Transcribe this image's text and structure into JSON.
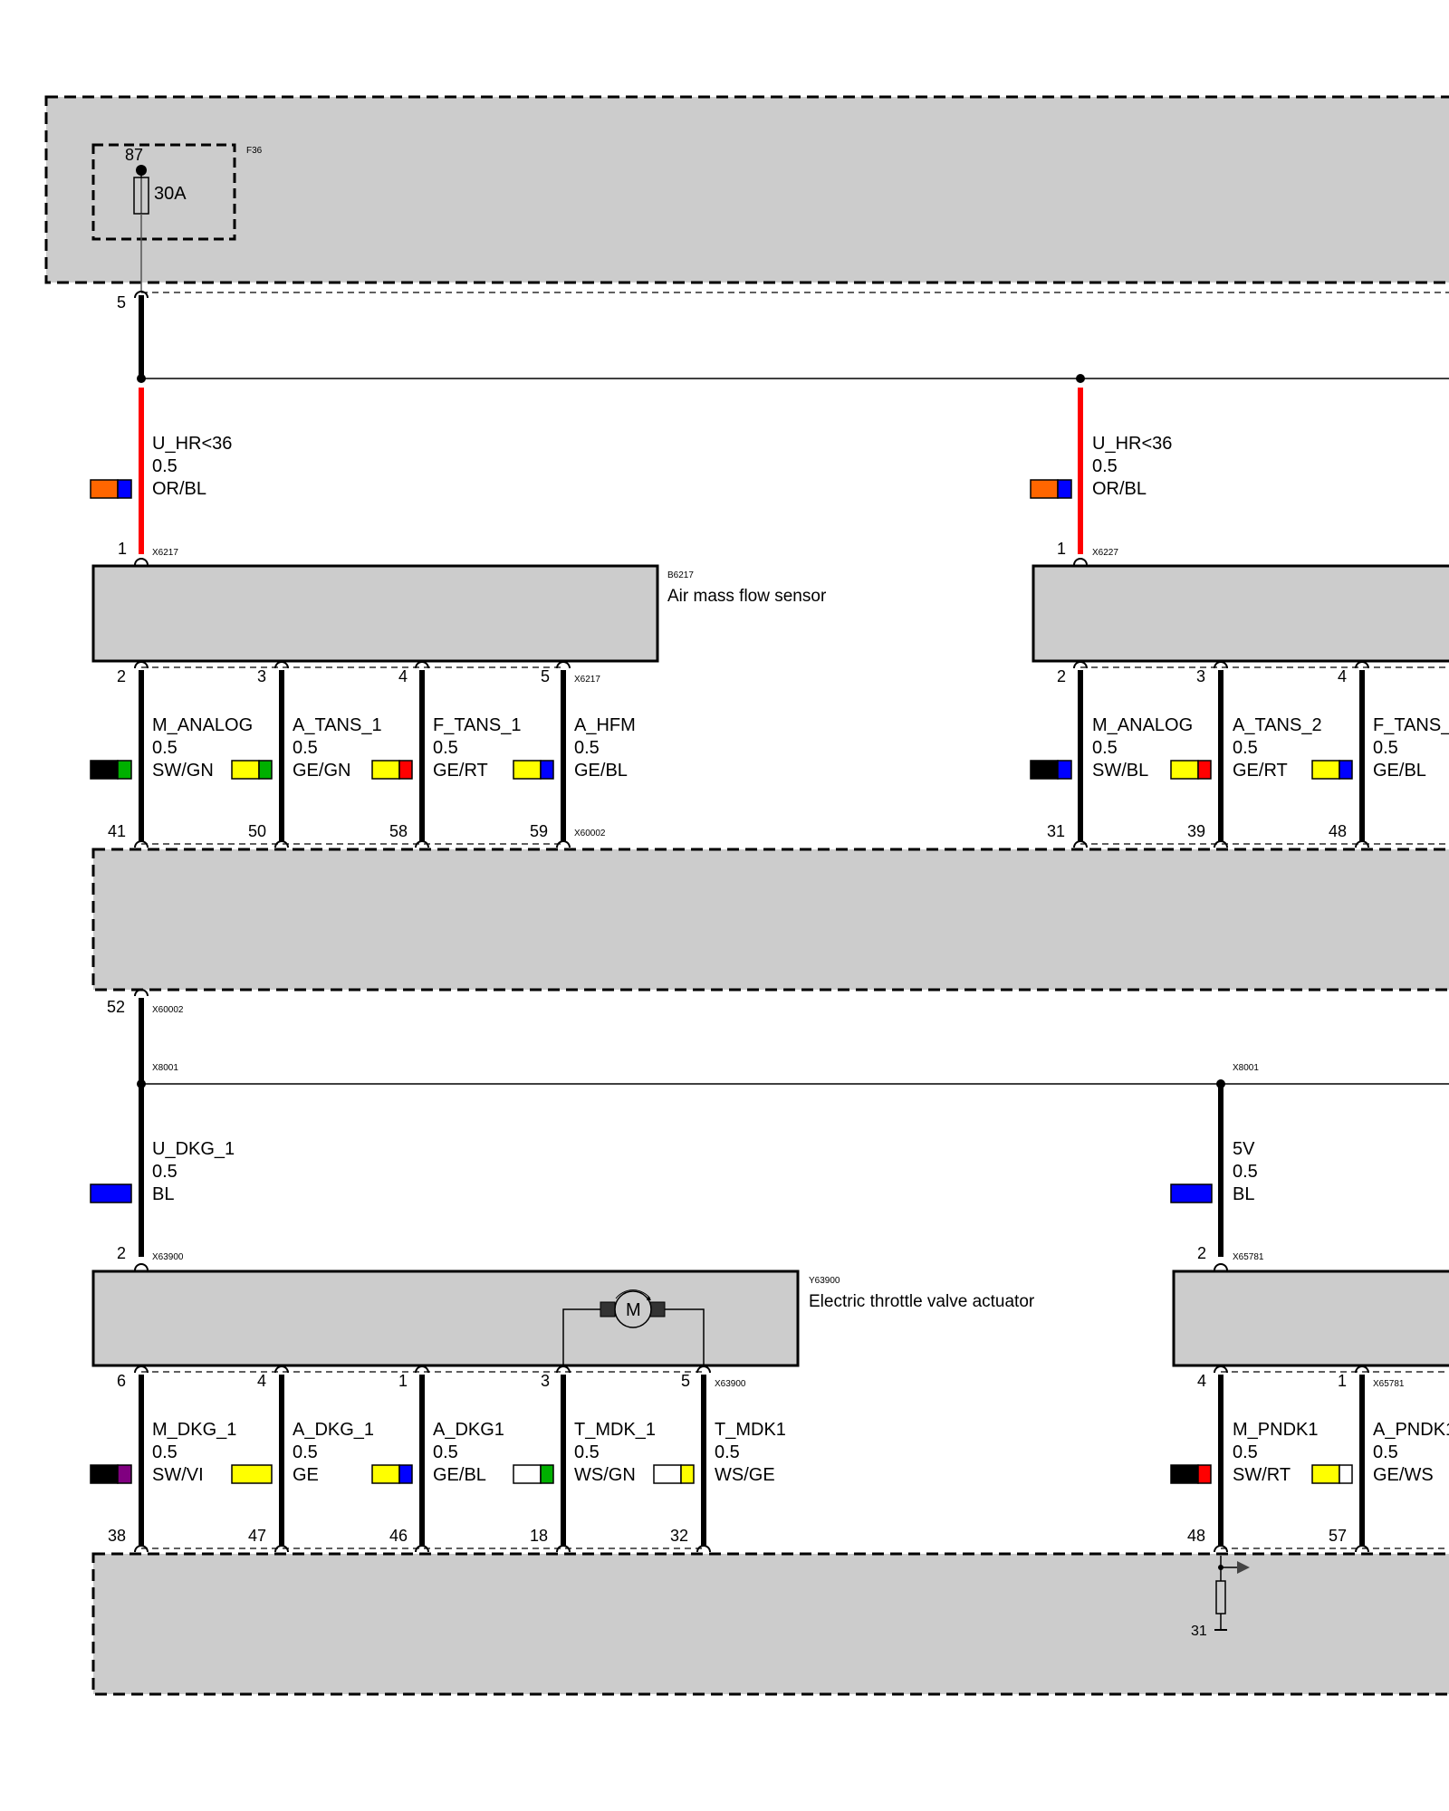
{
  "fuse": {
    "terminal": "87",
    "id": "F36",
    "rating": "30A"
  },
  "supply": {
    "pin": "5"
  },
  "wire_colors": {
    "OR": "#ff6600",
    "BL": "#0000ff",
    "SW": "#000000",
    "GN": "#00b000",
    "GE": "#ffff00",
    "RT": "#ff0000",
    "VI": "#800080",
    "WS": "#ffffff",
    "supply_red": "#ff0000"
  },
  "sensor1": {
    "connector": "X6217",
    "pin_top": "1",
    "id": "B6217",
    "name": "Air mass flow sensor",
    "top_wire": {
      "signal": "U_HR<36",
      "size": "0.5",
      "color": "OR/BL"
    },
    "bottom_connector": "X6217",
    "ecu_connector": "X60002",
    "wires": [
      {
        "pin": "2",
        "signal": "M_ANALOG",
        "size": "0.5",
        "color": "SW/GN",
        "ecu_pin": "41"
      },
      {
        "pin": "3",
        "signal": "A_TANS_1",
        "size": "0.5",
        "color": "GE/GN",
        "ecu_pin": "50"
      },
      {
        "pin": "4",
        "signal": "F_TANS_1",
        "size": "0.5",
        "color": "GE/RT",
        "ecu_pin": "58"
      },
      {
        "pin": "5",
        "signal": "A_HFM",
        "size": "0.5",
        "color": "GE/BL",
        "ecu_pin": "59"
      }
    ]
  },
  "sensor2": {
    "connector": "X6227",
    "pin_top": "1",
    "top_wire": {
      "signal": "U_HR<36",
      "size": "0.5",
      "color": "OR/BL"
    },
    "wires": [
      {
        "pin": "2",
        "signal": "M_ANALOG",
        "size": "0.5",
        "color": "SW/BL",
        "ecu_pin": "31"
      },
      {
        "pin": "3",
        "signal": "A_TANS_2",
        "size": "0.5",
        "color": "GE/RT",
        "ecu_pin": "39"
      },
      {
        "pin": "4",
        "signal": "F_TANS_",
        "size": "0.5",
        "color": "GE/BL",
        "ecu_pin": "48"
      }
    ]
  },
  "ecu_out": {
    "pin": "52",
    "connector": "X60002",
    "splice": "X8001"
  },
  "actuator": {
    "connector": "X63900",
    "pin_top": "2",
    "id": "Y63900",
    "name": "Electric throttle valve actuator",
    "motor_label": "M",
    "top_wire": {
      "signal": "U_DKG_1",
      "size": "0.5",
      "color": "BL"
    },
    "bottom_connector": "X63900",
    "wires": [
      {
        "pin": "6",
        "signal": "M_DKG_1",
        "size": "0.5",
        "color": "SW/VI",
        "ecu_pin": "38"
      },
      {
        "pin": "4",
        "signal": "A_DKG_1",
        "size": "0.5",
        "color": "GE",
        "ecu_pin": "47"
      },
      {
        "pin": "1",
        "signal": "A_DKG1",
        "size": "0.5",
        "color": "GE/BL",
        "ecu_pin": "46"
      },
      {
        "pin": "3",
        "signal": "T_MDK_1",
        "size": "0.5",
        "color": "WS/GN",
        "ecu_pin": "18"
      },
      {
        "pin": "5",
        "signal": "T_MDK1",
        "size": "0.5",
        "color": "WS/GE",
        "ecu_pin": "32"
      }
    ]
  },
  "pedal": {
    "splice": "X8001",
    "connector": "X65781",
    "pin_top": "2",
    "top_wire": {
      "signal": "5V",
      "size": "0.5",
      "color": "BL"
    },
    "bottom_connector": "X65781",
    "wires": [
      {
        "pin": "4",
        "signal": "M_PNDK1",
        "size": "0.5",
        "color": "SW/RT",
        "ecu_pin": "48"
      },
      {
        "pin": "1",
        "signal": "A_PNDK1",
        "size": "0.5",
        "color": "GE/WS",
        "ecu_pin": "57"
      }
    ],
    "ground": "31"
  }
}
